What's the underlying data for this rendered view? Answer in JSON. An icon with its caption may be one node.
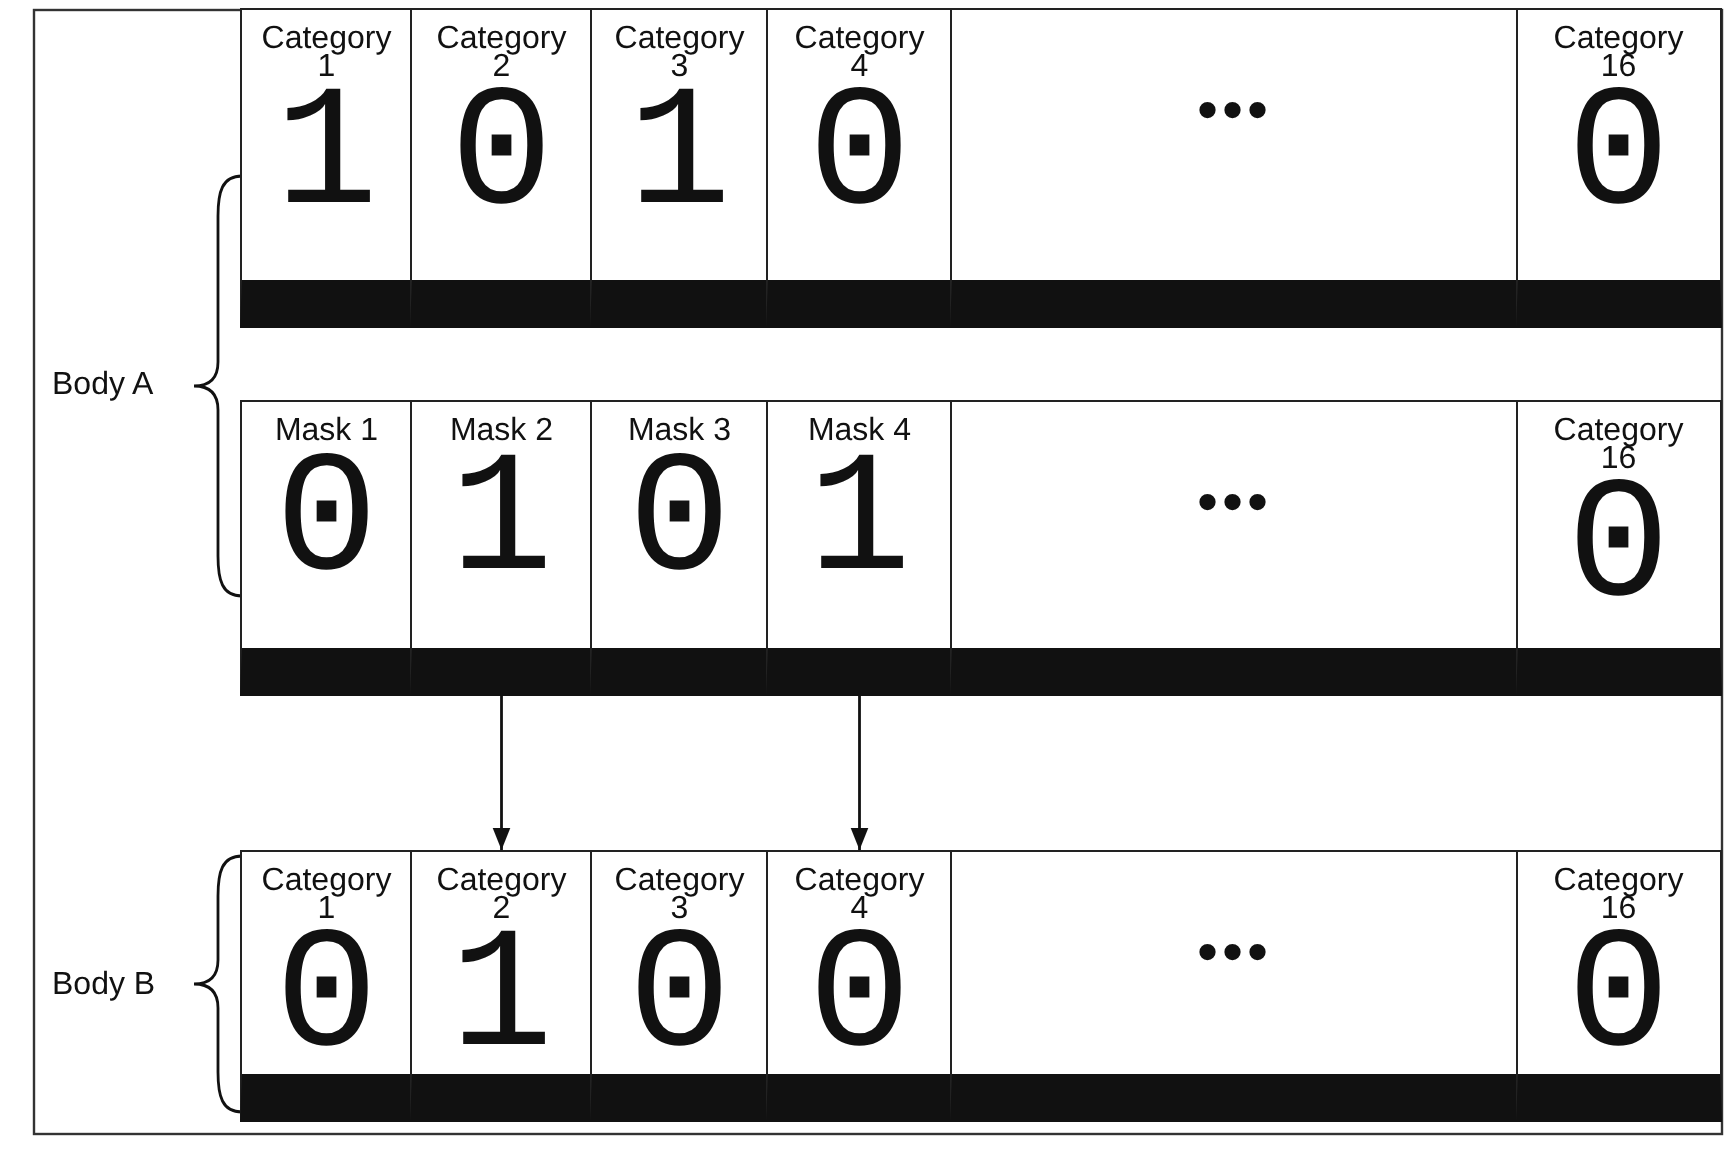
{
  "diagram": {
    "nodes": [
      {
        "text": [
          "Category 1",
          "1"
        ]
      },
      {
        "text": [
          "Category 2",
          "0"
        ]
      },
      {
        "text": [
          "Category 3",
          "1"
        ]
      },
      {
        "text": [
          "Category 4",
          "0"
        ]
      },
      {
        "text": [
          "•••"
        ]
      },
      {
        "text": [
          "Category 16",
          "0"
        ]
      },
      {
        "text": [
          "Mask 1",
          "0"
        ]
      },
      {
        "text": [
          "Mask 2",
          "1"
        ]
      },
      {
        "text": [
          "Mask 3",
          "0"
        ]
      },
      {
        "text": [
          "Mask 4",
          "1"
        ]
      },
      {
        "text": [
          "•••"
        ]
      },
      {
        "text": [
          "Category 16",
          "0"
        ]
      },
      {
        "text": [
          "Category 1",
          "0"
        ]
      },
      {
        "text": [
          "Category 2",
          "1"
        ]
      },
      {
        "text": [
          "Category 3",
          "0"
        ]
      },
      {
        "text": [
          "Category 4",
          "0"
        ]
      },
      {
        "text": [
          "•••"
        ]
      },
      {
        "text": [
          "Category 16",
          "0"
        ]
      }
    ],
    "edges": [
      {
        "from": 7,
        "to": 13,
        "arrow": "to"
      },
      {
        "from": 9,
        "to": 15,
        "arrow": "to"
      }
    ],
    "labels": [
      "Body A",
      "Body B"
    ]
  }
}
